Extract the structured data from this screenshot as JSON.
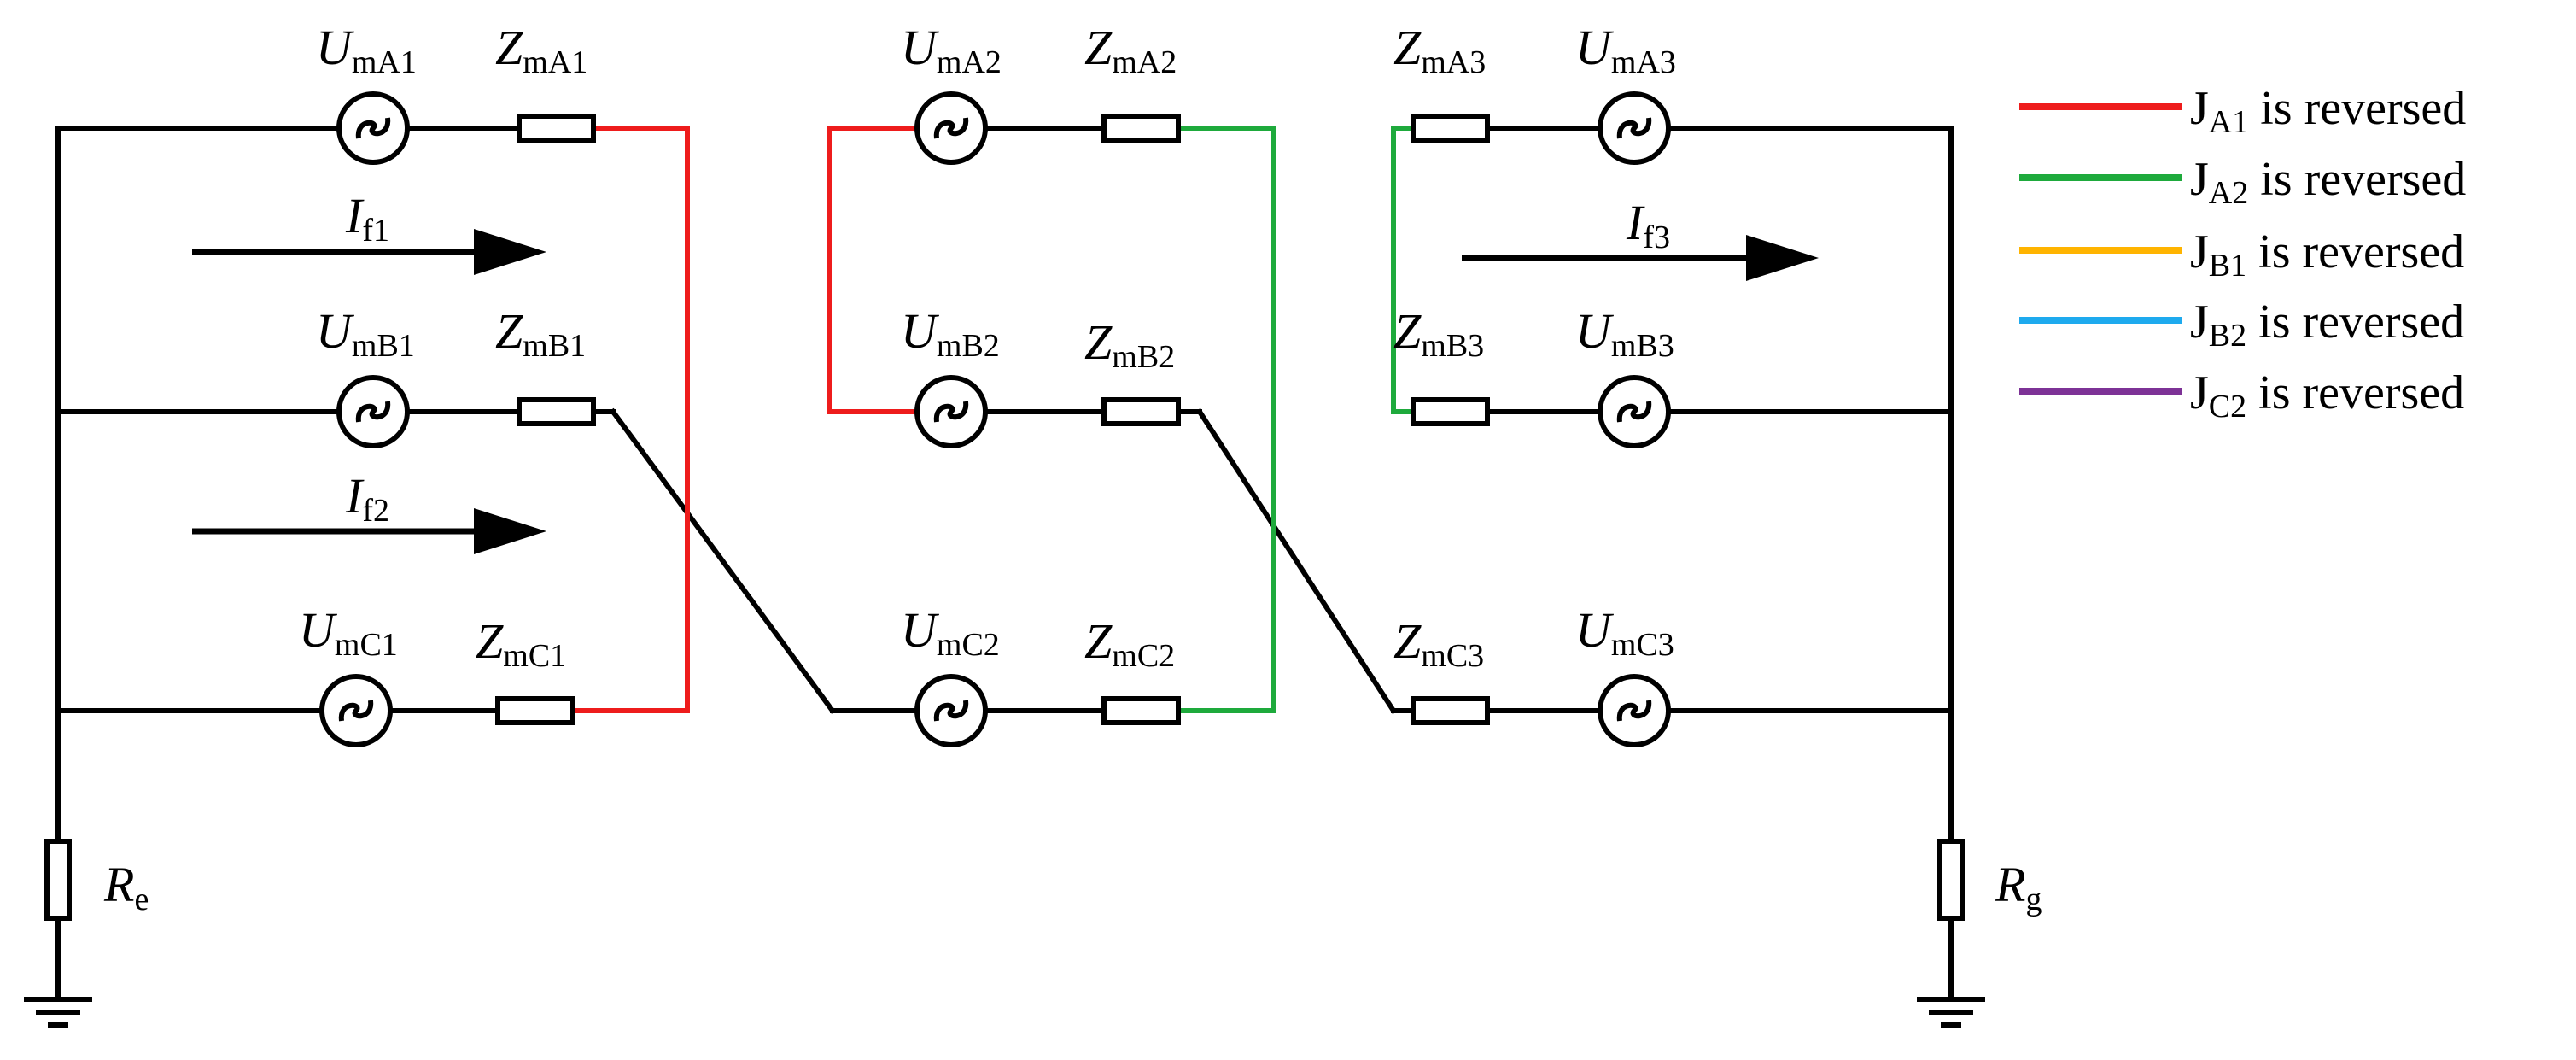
{
  "colors": {
    "wire": "#000000",
    "red": "#ee1c1c",
    "green": "#1eaa3c",
    "orange": "#ffb400",
    "blue": "#1eaaee",
    "purple": "#7d3296"
  },
  "sources": {
    "UmA1": {
      "main": "U",
      "sub": "mA1"
    },
    "UmB1": {
      "main": "U",
      "sub": "mB1"
    },
    "UmC1": {
      "main": "U",
      "sub": "mC1"
    },
    "UmA2": {
      "main": "U",
      "sub": "mA2"
    },
    "UmB2": {
      "main": "U",
      "sub": "mB2"
    },
    "UmC2": {
      "main": "U",
      "sub": "mC2"
    },
    "UmA3": {
      "main": "U",
      "sub": "mA3"
    },
    "UmB3": {
      "main": "U",
      "sub": "mB3"
    },
    "UmC3": {
      "main": "U",
      "sub": "mC3"
    }
  },
  "impedances": {
    "ZmA1": {
      "main": "Z",
      "sub": "mA1"
    },
    "ZmB1": {
      "main": "Z",
      "sub": "mB1"
    },
    "ZmC1": {
      "main": "Z",
      "sub": "mC1"
    },
    "ZmA2": {
      "main": "Z",
      "sub": "mA2"
    },
    "ZmB2": {
      "main": "Z",
      "sub": "mB2"
    },
    "ZmC2": {
      "main": "Z",
      "sub": "mC2"
    },
    "ZmA3": {
      "main": "Z",
      "sub": "mA3"
    },
    "ZmB3": {
      "main": "Z",
      "sub": "mB3"
    },
    "ZmC3": {
      "main": "Z",
      "sub": "mC3"
    }
  },
  "currents": {
    "If1": {
      "main": "I",
      "sub": "f1"
    },
    "If2": {
      "main": "I",
      "sub": "f2"
    },
    "If3": {
      "main": "I",
      "sub": "f3"
    }
  },
  "resistors": {
    "Re": {
      "main": "R",
      "sub": "e"
    },
    "Rg": {
      "main": "R",
      "sub": "g"
    }
  },
  "legend": [
    {
      "main": "J",
      "sub": "A1",
      "text": " is reversed",
      "color_key": "red"
    },
    {
      "main": "J",
      "sub": "A2",
      "text": " is reversed",
      "color_key": "green"
    },
    {
      "main": "J",
      "sub": "B1",
      "text": " is reversed",
      "color_key": "orange"
    },
    {
      "main": "J",
      "sub": "B2",
      "text": " is reversed",
      "color_key": "blue"
    },
    {
      "main": "J",
      "sub": "C2",
      "text": " is reversed",
      "color_key": "purple"
    }
  ]
}
